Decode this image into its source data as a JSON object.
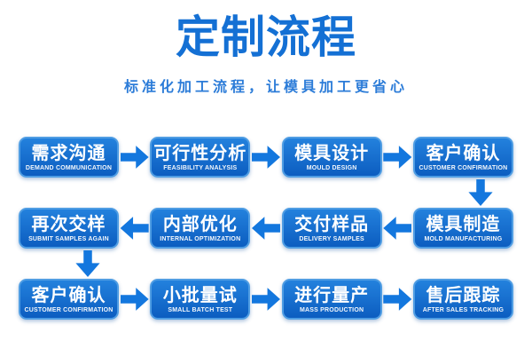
{
  "header": {
    "title": "定制流程",
    "subtitle": "标准化加工流程，让模具加工更省心"
  },
  "flow": {
    "rows": [
      {
        "direction": "right",
        "steps": [
          {
            "zh": "需求沟通",
            "en": "DEMAND COMMUNICATION"
          },
          {
            "zh": "可行性分析",
            "en": "FEASIBILITY ANALYSIS"
          },
          {
            "zh": "模具设计",
            "en": "MOULD DESIGN"
          },
          {
            "zh": "客户确认",
            "en": "CUSTOMER CONFIRMATION"
          }
        ]
      },
      {
        "direction": "left",
        "steps": [
          {
            "zh": "再次交样",
            "en": "SUBMIT SAMPLES AGAIN"
          },
          {
            "zh": "内部优化",
            "en": "INTERNAL OPTIMIZATION"
          },
          {
            "zh": "交付样品",
            "en": "DELIVERY SAMPLES"
          },
          {
            "zh": "模具制造",
            "en": "MOLD MANUFACTURING"
          }
        ]
      },
      {
        "direction": "right",
        "steps": [
          {
            "zh": "客户确认",
            "en": "CUSTOMER CONFIRMATION"
          },
          {
            "zh": "小批量试",
            "en": "SMALL BATCH TEST"
          },
          {
            "zh": "进行量产",
            "en": "MASS PRODUCTION"
          },
          {
            "zh": "售后跟踪",
            "en": "AFTER SALES TRACKING"
          }
        ]
      }
    ]
  },
  "colors": {
    "title_color": "#1470d4",
    "subtitle_color": "#2c7cd8",
    "box_top": "#2381dd",
    "box_bottom": "#0c5dc0",
    "box_border": "#4f9de3",
    "arrow_color": "#1377de"
  }
}
